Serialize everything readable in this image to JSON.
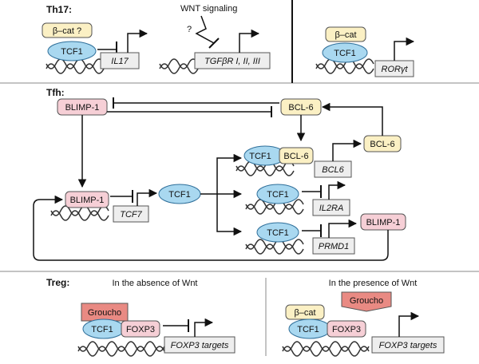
{
  "colors": {
    "tcf1": "#a9d8f0",
    "bcat": "#fbf0c4",
    "bcl6": "#fbf0c4",
    "blimp": "#f6cfd6",
    "groucho": "#e98a83",
    "gene_box": "#eeeeee",
    "line": "#111111"
  },
  "th17": {
    "section_label": "Th17:",
    "bcat_q": "β–cat ?",
    "tcf1": "TCF1",
    "il17": "IL17",
    "wnt_signaling": "WNT signaling",
    "question": "?",
    "tgfbr": "TGFβR I, II, III",
    "bcat": "β–cat",
    "tcf1_right": "TCF1",
    "rorgt": "RORγt"
  },
  "tfh": {
    "section_label": "Tfh:",
    "blimp_top": "BLIMP-1",
    "bcl6_top": "BCL-6",
    "bcl6_right": "BCL-6",
    "tcf1_bcl6_complex": "TCF1",
    "bcl6_complex": "BCL-6",
    "bcl6_gene": "BCL6",
    "blimp_mid": "BLIMP-1",
    "tcf7_gene": "TCF7",
    "tcf1_center": "TCF1",
    "tcf1_il2ra": "TCF1",
    "il2ra_gene": "IL2RA",
    "tcf1_prmd1": "TCF1",
    "prmd1_gene": "PRMD1",
    "blimp_right": "BLIMP-1"
  },
  "treg": {
    "section_label": "Treg:",
    "absence_caption": "In the absence of Wnt",
    "presence_caption": "In the presence of Wnt",
    "groucho_left": "Groucho",
    "tcf1_left": "TCF1",
    "foxp3_left": "FOXP3",
    "targets_left": "FOXP3 targets",
    "bcat": "β–cat",
    "groucho_right": "Groucho",
    "tcf1_right": "TCF1",
    "foxp3_right": "FOXP3",
    "targets_right": "FOXP3 targets"
  }
}
